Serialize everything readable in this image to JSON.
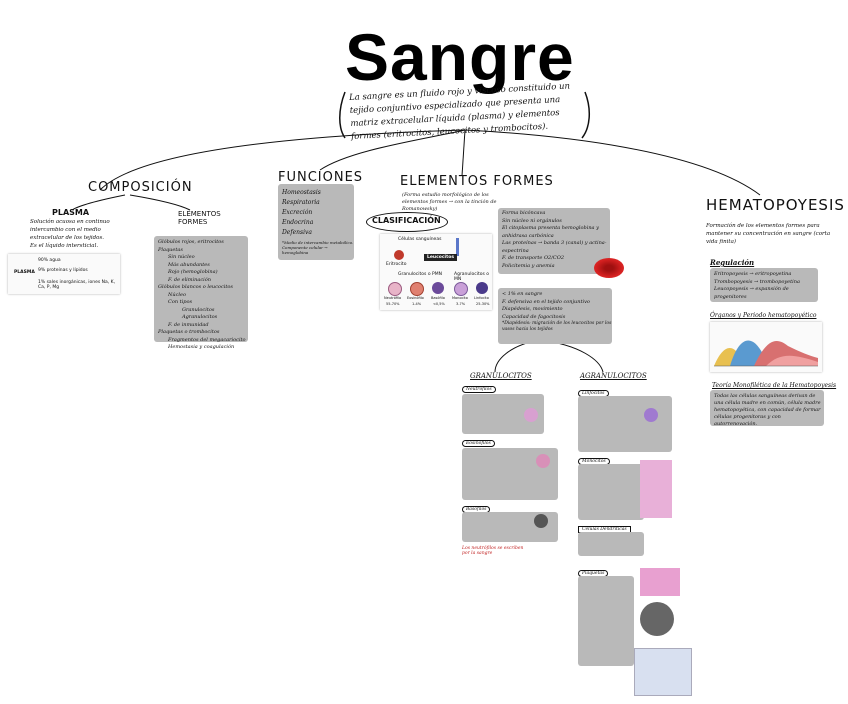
{
  "title": "Sangre",
  "definition": "La sangre es un fluido rojo y viscoso constituido un tejido conjuntivo especializado que presenta una matriz extracelular líquida (plasma) y elementos formes (eritrocitos, leucocitos y trombocitos).",
  "branches": {
    "composicion": "COMPOSICIÓN",
    "plasma": "PLASMA",
    "plasma_desc": "Solución acuosa en continuo intercambio con el medio extracelular de los tejidos. Es el líquido intersticial.",
    "elementos_formes_sub": "ELEMENTOS FORMES",
    "funciones": "FUNCIONES",
    "elementos_formes": "ELEMENTOS FORMES",
    "ef_desc": "(Forma estudio morfológico de los elementos formes → con la tinción de Romanowsky)",
    "clasificacion": "CLASIFICACIÓN",
    "hematopoyesis": "HEMATOPOYESIS",
    "hemato_desc": "Formación de los elementos formes para mantener su concentración en sangre (corta vida finita)",
    "regulacion": "Regulación",
    "organos": "Órganos y Periodo hematopoyético",
    "teoria": "Teoría Monofilética de la Hematopoyesis",
    "granulocitos": "GRANULOCITOS",
    "agranulocitos": "AGRANULOCITOS"
  },
  "elementos_formes_list": [
    "Glóbulos rojos, eritrocitos",
    "Plaquetas",
    "Sin núcleo",
    "Más abundantes",
    "Rojo (hemoglobina)",
    "F. de eliminación",
    "Glóbulos blancos o leucocitos",
    "Núcleo",
    "Con tipos",
    "Granulocitos",
    "Agranulocitos",
    "F. de inmunidad",
    "Plaquetas o trombocitos",
    "Fragmentos del megacariocito",
    "Hemostasia y coagulación"
  ],
  "funciones_list": [
    "Homeostasis",
    "Respiratoria",
    "Excreción",
    "Endocrina",
    "Defensiva"
  ],
  "funciones_note": "*Medio de intercambio metabólico. Componente celular → hemoglobina",
  "eritrocito_list": [
    "Forma bicóncava",
    "Sin núcleo ni orgánulos",
    "El citoplasma presenta hemoglobina y anhidrasa carbónica",
    "Las proteínas → banda 3 (canal) y actina-espectrina",
    "F. de transporte O2/CO2",
    "Policitemia y anemia"
  ],
  "leucocito_list": [
    "< 1% en sangre",
    "F. defensiva en el tejido conjuntivo",
    "Diapédesis, movimiento",
    "Capacidad de fagocitosis",
    "*Diapédesis: migración de los leucocitos por los vasos hacia los tejidos"
  ],
  "clasif_img": {
    "title": "Células sanguíneas",
    "eritrocito": "Eritrocito",
    "leucocitos": "Leucocitos",
    "granulocitos": "Granulocitos o PMN",
    "agranulocitos": "Agranulocitos o MN",
    "cells": [
      {
        "name": "Neutrófilo",
        "pct": "55-70%"
      },
      {
        "name": "Eosinófilo",
        "pct": "1-4%"
      },
      {
        "name": "Basófilo",
        "pct": "<0,5%"
      },
      {
        "name": "Monocito",
        "pct": "3-7%"
      },
      {
        "name": "Linfocito",
        "pct": "25-30%"
      }
    ]
  },
  "plasma_table": {
    "col1": "PLASMA",
    "rows": [
      "90% agua",
      "9% proteínas y lípidos",
      "1% sales inorgánicas, iones Na, K, Ca, P, Mg"
    ]
  },
  "regulacion_list": [
    "Eritropoyesis → eritropoyetina",
    "Trombopoyesis → trombopoyetina",
    "Leucopoyesis → expansión de progenitores"
  ],
  "teoria_desc": "Todas las células sanguíneas derivan de una célula madre en común, célula madre hematopoyética, con capacidad de formar células progenitoras y con autorrenovación.",
  "granulo_headers": [
    "Neutrófilos",
    "Eosinófilos",
    "Basófilos"
  ],
  "agranulo_headers": [
    "Linfocitos",
    "Monocitos",
    "Células Dendríticas",
    "Plaquetas"
  ],
  "granulo_note": "Los neutrófilos se escriben por la sangre",
  "colors": {
    "box": "#b9b9b9",
    "rbc": "#d42020",
    "ink": "#111111"
  }
}
